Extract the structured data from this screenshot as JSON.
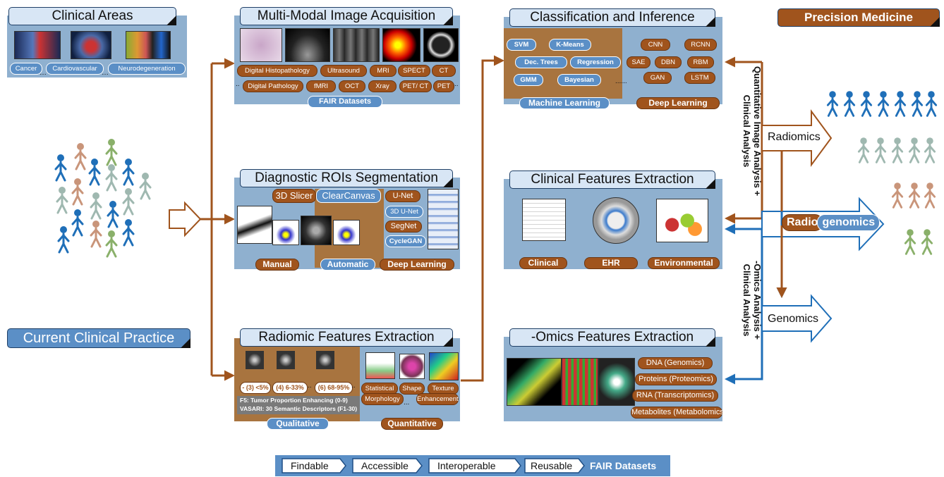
{
  "colors": {
    "brown": "#a0541d",
    "blue": "#1f6fb8",
    "panel": "#8fb0cf"
  },
  "clinical_areas": {
    "title": "Clinical Areas",
    "tags": [
      "Cancer",
      "Cardiovascular",
      "Neurodegeneration"
    ],
    "dots": "…"
  },
  "current_practice": {
    "title": "Current Clinical Practice"
  },
  "acquisition": {
    "title": "Multi-Modal Image Acquisition",
    "row1": [
      "Digital Histopathology",
      "Ultrasound",
      "MRI",
      "SPECT",
      "CT"
    ],
    "row2": [
      "Digital Pathology",
      "fMRI",
      "OCT",
      "Xray",
      "PET/ CT",
      "PET"
    ],
    "dots": "..",
    "footer": "FAIR Datasets"
  },
  "segmentation": {
    "title": "Diagnostic ROIs Segmentation",
    "tools": [
      "3D Slicer",
      "ClearCanvas"
    ],
    "nets": [
      "U-Net",
      "3D U-Net",
      "SegNet",
      "CycleGAN"
    ],
    "footer": [
      "Manual",
      "Automatic",
      "Deep Learning"
    ]
  },
  "radiomic": {
    "title": "Radiomic Features Extraction",
    "grades": [
      "- (3) <5%",
      "(4) 6-33%",
      "(6) 68-95%"
    ],
    "grade_dots": "..",
    "f5": "F5: Tumor Proportion Enhancing (0-9)",
    "vasari": "VASARI: 30 Semantic Descriptors (F1-30)",
    "quant": [
      "Statistical",
      "Shape",
      "Texture",
      "Morphology",
      "Enhancement"
    ],
    "quant_dots": "...",
    "footer": [
      "Qualitative",
      "Quantitative"
    ]
  },
  "classification": {
    "title": "Classification and Inference",
    "ml": [
      "SVM",
      "K-Means",
      "Dec. Trees",
      "Regression",
      "GMM",
      "Bayesian"
    ],
    "dl": [
      "CNN",
      "RCNN",
      "SAE",
      "DBN",
      "RBM",
      "GAN",
      "LSTM"
    ],
    "dots": "......",
    "footer": [
      "Machine Learning",
      "Deep Learning"
    ]
  },
  "clinical_features": {
    "title": "Clinical Features Extraction",
    "footer": [
      "Clinical",
      "EHR",
      "Environmental"
    ]
  },
  "omics": {
    "title": "-Omics Features Extraction",
    "items": [
      "DNA (Genomics)",
      "Proteins (Proteomics)",
      "RNA (Transcriptomics)",
      "Metabolites (Metabolomics)"
    ]
  },
  "side_labels": {
    "top": "Quantitative Image  Analysis +\nClinical Analysis",
    "bottom": "-Omics Analysis +\nClinical Analysis"
  },
  "outputs": {
    "radiomics": "Radiomics",
    "radio": "Radio",
    "genomics_part": "genomics",
    "genomics": "Genomics"
  },
  "precision": {
    "title": "Precision Medicine"
  },
  "fair": {
    "steps": [
      "Findable",
      "Accessible",
      "Interoperable",
      "Reusable"
    ],
    "label": "FAIR Datasets"
  }
}
